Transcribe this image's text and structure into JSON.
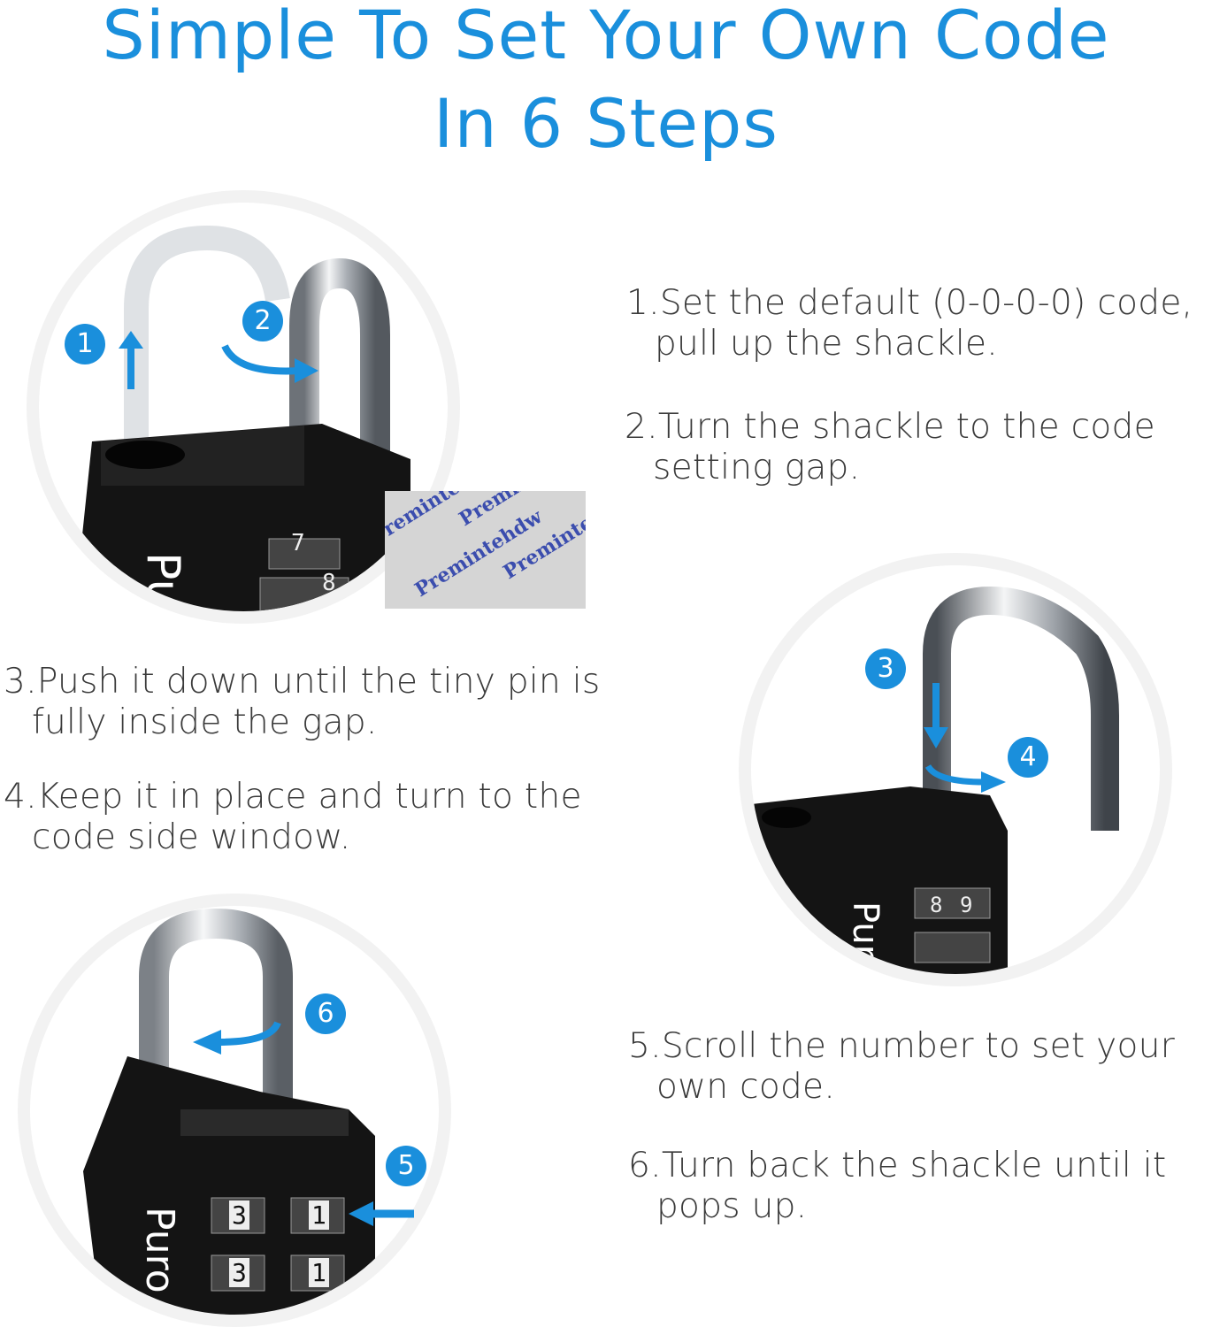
{
  "title": {
    "line1": "Simple To Set Your Own Code",
    "line2": "In 6 Steps"
  },
  "steps": [
    {
      "number": "1.",
      "line1": "Set the default (0-0-0-0) code,",
      "line2": "pull up the shackle."
    },
    {
      "number": "2.",
      "line1": "Turn the shackle to the code",
      "line2": "setting gap."
    },
    {
      "number": "3.",
      "line1": "Push it down until the tiny pin is",
      "line2": "fully inside the gap."
    },
    {
      "number": "4.",
      "line1": "Keep it in place and turn to the",
      "line2": "code side window."
    },
    {
      "number": "5.",
      "line1": "Scroll the number to set your",
      "line2": "own code."
    },
    {
      "number": "6.",
      "line1": "Turn back the shackle until it",
      "line2": "pops up."
    }
  ],
  "badges": [
    "1",
    "2",
    "3",
    "4",
    "5",
    "6"
  ],
  "lock_brand": "Puro",
  "dials": {
    "top_image": [
      "7",
      "8"
    ],
    "middle_image": [
      "8",
      "9"
    ],
    "bottom_image": [
      "3",
      "1"
    ]
  },
  "watermark_text": "Premintehdw",
  "colors": {
    "accent": "#1a8fdc",
    "text": "#3a3a3a",
    "lock_body": "#141414",
    "shackle": "#b8bcc2"
  }
}
